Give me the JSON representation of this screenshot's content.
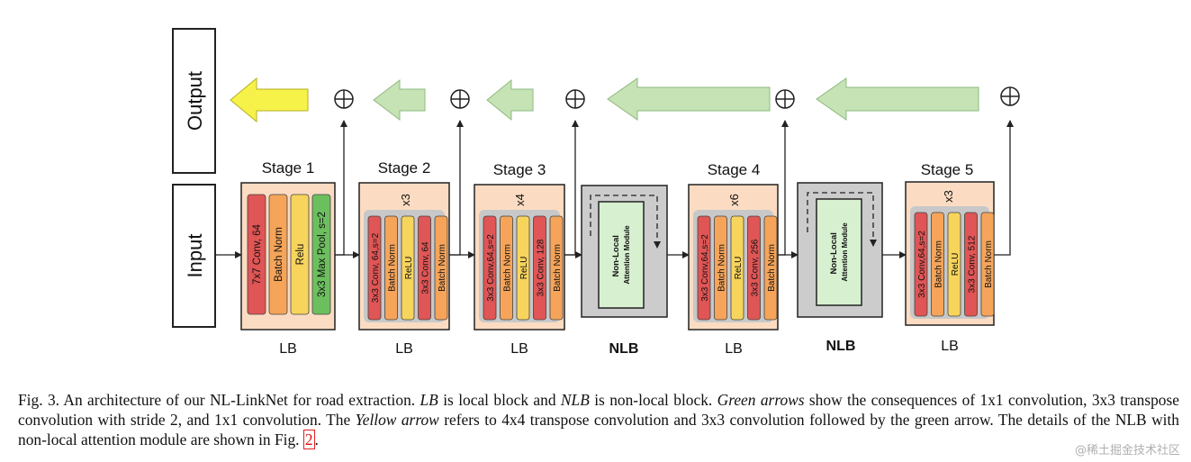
{
  "diagram": {
    "input_label": "Input",
    "output_label": "Output",
    "lb_caption": "LB",
    "nlb_caption": "NLB",
    "nlb_module_text": [
      "Non-Local",
      "Attention Module"
    ],
    "stage1": {
      "title": "Stage 1",
      "layers": [
        "7x7 Conv, 64",
        "Batch Norm",
        "Relu",
        "3x3 Max Pool, s=2"
      ],
      "layer_colors": [
        "#e05555",
        "#f5a45a",
        "#f7d45c",
        "#6cbf5e"
      ]
    },
    "stage2": {
      "title": "Stage 2",
      "repeat": "x3",
      "layers": [
        "3x3 Conv, 64,s=2",
        "Batch Norm",
        "ReLU",
        "3x3 Conv, 64",
        "Batch Norm"
      ]
    },
    "stage3": {
      "title": "Stage 3",
      "repeat": "x4",
      "layers": [
        "3x3 Conv,64,s=2",
        "Batch Norm",
        "ReLU",
        "3x3 Conv, 128",
        "Batch Norm"
      ]
    },
    "stage4": {
      "title": "Stage 4",
      "repeat": "x6",
      "layers": [
        "3x3 Conv,64,s=2",
        "Batch Norm",
        "ReLU",
        "3x3 Conv, 256",
        "Batch Norm"
      ]
    },
    "stage5": {
      "title": "Stage 5",
      "repeat": "x3",
      "layers": [
        "3x3 Conv,64,s=2",
        "Batch Norm",
        "ReLU",
        "3x3 Conv, 512",
        "Batch Norm"
      ]
    },
    "res_layer_colors": [
      "#e05555",
      "#f5a45a",
      "#f7d45c",
      "#e05555",
      "#f5a45a"
    ],
    "colors": {
      "block_fill": "#fbdcc2",
      "nlb_fill": "#cccccc",
      "module_fill": "#d7f0d0",
      "green_arrow": "#c5e3b5",
      "yellow_arrow": "#f7f24a"
    }
  },
  "caption": {
    "part1": "Fig. 3.  An architecture of our NL-LinkNet for road extraction. ",
    "lb": "LB",
    "part2": " is local block and ",
    "nlb": "NLB",
    "part3": " is non-local block. ",
    "green_arrows": "Green arrows",
    "part4": " show the consequences of 1x1 convolution, 3x3 transpose convolution with stride 2, and 1x1 convolution. The ",
    "yellow_arrow": "Yellow arrow",
    "part5": " refers to 4x4 transpose convolution and 3x3 convolution followed by the green arrow. The details of the NLB with non-local attention module are shown in Fig. ",
    "figref": "2",
    "part6": "."
  },
  "watermark": "@稀土掘金技术社区"
}
